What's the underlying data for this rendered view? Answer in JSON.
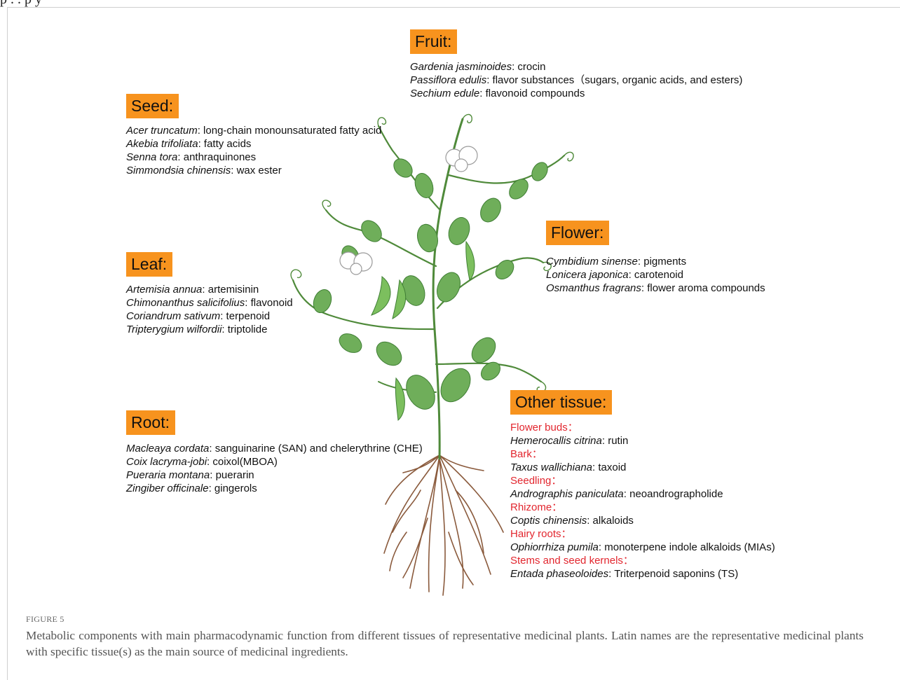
{
  "top_fragment": "p  .  .  p  y",
  "colors": {
    "badge": "#f7931e",
    "subtitle_red": "#e2262e",
    "leaf": "#6fae5a",
    "leaf_dark": "#3f7e34",
    "stem": "#4f8a3a",
    "root": "#8a5a3c"
  },
  "fruit": {
    "label": "Fruit",
    "entries": [
      {
        "species": "Gardenia jasminoides",
        "compound": ": crocin"
      },
      {
        "species": "Passiflora edulis",
        "compound": ": flavor substances（sugars, organic acids, and esters)"
      },
      {
        "species": "Sechium edule",
        "compound": ": flavonoid compounds"
      }
    ]
  },
  "seed": {
    "label": "Seed",
    "entries": [
      {
        "species": "Acer truncatum",
        "compound": ": long-chain monounsaturated fatty acid"
      },
      {
        "species": "Akebia trifoliata",
        "compound": ": fatty acids"
      },
      {
        "species": "Senna tora",
        "compound": ": anthraquinones"
      },
      {
        "species": "Simmondsia chinensis",
        "compound": ": wax ester"
      }
    ]
  },
  "flower": {
    "label": "Flower",
    "entries": [
      {
        "species": "Cymbidium sinense",
        "compound": ": pigments"
      },
      {
        "species": "Lonicera japonica",
        "compound": ": carotenoid"
      },
      {
        "species": "Osmanthus fragrans",
        "compound": ": flower aroma compounds"
      }
    ]
  },
  "leaf": {
    "label": "Leaf",
    "entries": [
      {
        "species": "Artemisia annua",
        "compound": ": artemisinin"
      },
      {
        "species": "Chimonanthus salicifolius",
        "compound": ": flavonoid"
      },
      {
        "species": "Coriandrum sativum",
        "compound": ": terpenoid"
      },
      {
        "species": "Tripterygium wilfordii",
        "compound": ": triptolide"
      }
    ]
  },
  "root": {
    "label": "Root",
    "entries": [
      {
        "species": "Macleaya cordata",
        "compound": ": sanguinarine (SAN) and chelerythrine (CHE)"
      },
      {
        "species": "Coix lacryma-jobi",
        "compound": ": coixol(MBOA)"
      },
      {
        "species": "Pueraria montana",
        "compound": ": puerarin"
      },
      {
        "species": "Zingiber officinale",
        "compound": ": gingerols"
      }
    ]
  },
  "other": {
    "label": "Other tissue",
    "groups": [
      {
        "subtitle": "Flower buds：",
        "species": "Hemerocallis citrina",
        "compound": ": rutin"
      },
      {
        "subtitle": "Bark：",
        "species": "Taxus wallichiana",
        "compound": ": taxoid"
      },
      {
        "subtitle": "Seedling：",
        "species": "Andrographis paniculata",
        "compound": ": neoandrographolide"
      },
      {
        "subtitle": "Rhizome：",
        "species": "Coptis chinensis",
        "compound": ": alkaloids"
      },
      {
        "subtitle": "Hairy roots：",
        "species": "Ophiorrhiza pumila",
        "compound": ": monoterpene indole alkaloids (MIAs)"
      },
      {
        "subtitle": "Stems and seed kernels：",
        "species": "Entada phaseoloides",
        "compound": ": Triterpenoid saponins (TS)"
      }
    ]
  },
  "caption": {
    "label": "FIGURE 5",
    "text": "Metabolic components with main pharmacodynamic function from different tissues of representative medicinal plants. Latin names are the representative medicinal plants with specific tissue(s) as the main source of medicinal ingredients."
  }
}
